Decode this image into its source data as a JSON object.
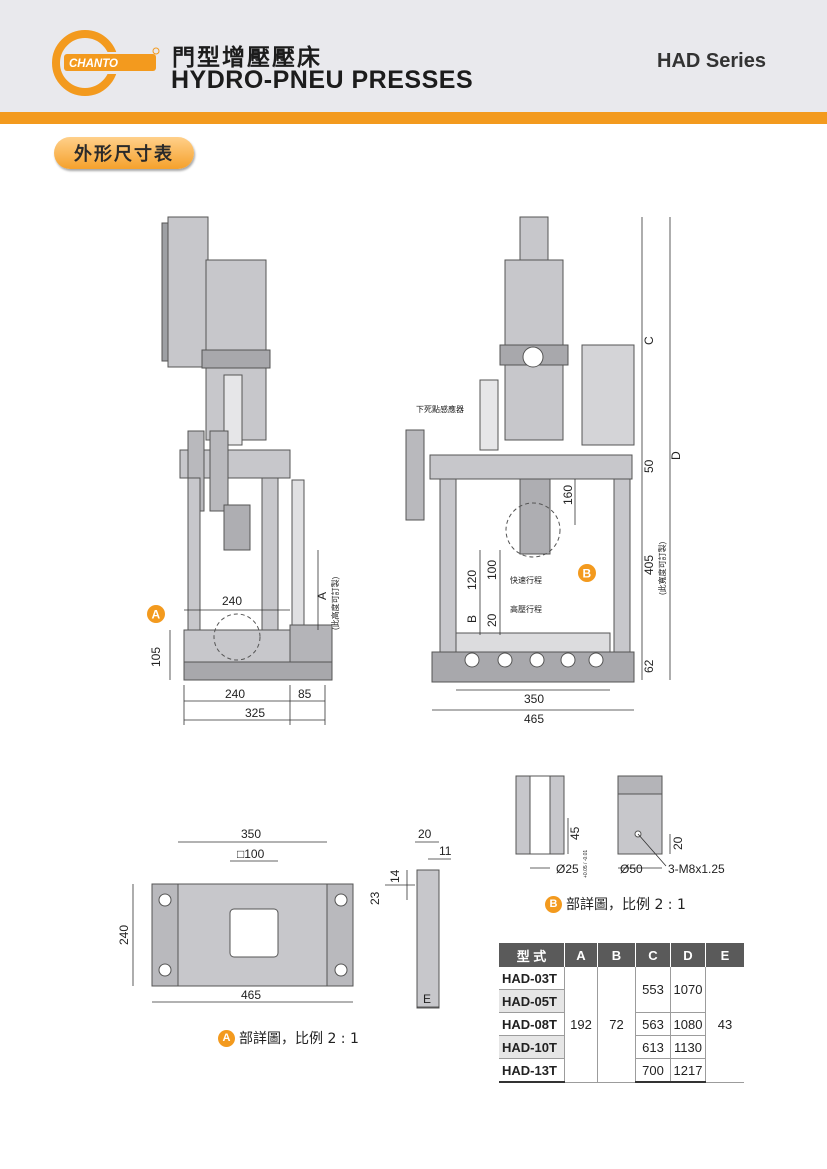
{
  "header": {
    "brand": "CHANTO",
    "title_cn": "門型增壓壓床",
    "title_en": "HYDRO-PNEU PRESSES",
    "series": "HAD Series"
  },
  "section": {
    "title": "外形尺寸表"
  },
  "drawing_side": {
    "dims": {
      "top_w": "240",
      "h105": "105",
      "base_w": "240",
      "base_ext": "85",
      "total_w": "325",
      "a_label": "A",
      "a_note": "(此高度可訂製)"
    },
    "marker": "A"
  },
  "drawing_front": {
    "dims": {
      "c": "C",
      "d": "D",
      "d50": "50",
      "d160": "160",
      "d405": "405",
      "d405_note": "(此寬度可訂製)",
      "d62": "62",
      "d120": "120",
      "d100": "100",
      "d20": "20",
      "b": "B",
      "w350": "350",
      "w465": "465"
    },
    "labels": {
      "sensor": "下死點感應器",
      "quick": "快速行程",
      "pressure": "高壓行程"
    },
    "marker": "B"
  },
  "detail_a": {
    "dims": {
      "w350": "350",
      "sq100": "□100",
      "h240": "240",
      "w465": "465",
      "w20": "20",
      "w11": "11",
      "h14": "14",
      "h23": "23",
      "e": "E"
    },
    "caption_badge": "A",
    "caption_text": "部詳圖，比例 2 : 1"
  },
  "detail_b": {
    "dims": {
      "h45": "45",
      "d25": "Ø25",
      "tol": "+0.05 / -0.01",
      "d50": "Ø50",
      "h20": "20",
      "m8": "3-M8x1.25"
    },
    "caption_badge": "B",
    "caption_text": "部詳圖，比例 2 : 1"
  },
  "spec_table": {
    "headers": [
      "型 式",
      "A",
      "B",
      "C",
      "D",
      "E"
    ],
    "models": [
      "HAD-03T",
      "HAD-05T",
      "HAD-08T",
      "HAD-10T",
      "HAD-13T"
    ],
    "a_value": "192",
    "b_value": "72",
    "e_value": "43",
    "c_values": [
      "553",
      "563",
      "613",
      "700"
    ],
    "d_values": [
      "1070",
      "1080",
      "1130",
      "1217"
    ]
  },
  "colors": {
    "orange": "#f39a1e",
    "header_bg": "#e9e9ed",
    "machine": "#c7c7cb",
    "table_head": "#5a5a5a"
  }
}
